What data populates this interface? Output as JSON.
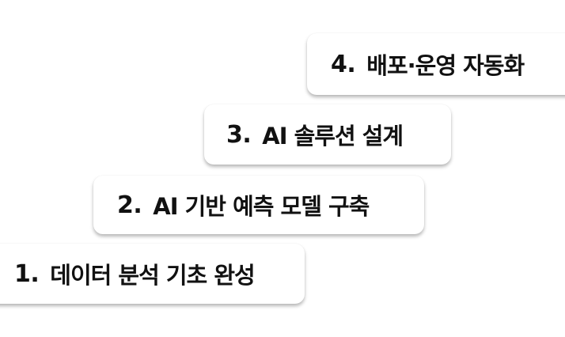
{
  "steps": [
    {
      "number": "1.",
      "label": "데이터 분석 기초 완성"
    },
    {
      "number": "2.",
      "label": "AI 기반 예측 모델 구축"
    },
    {
      "number": "3.",
      "label": "AI 솔루션 설계"
    },
    {
      "number": "4.",
      "label": "배포·운영 자동화"
    }
  ]
}
